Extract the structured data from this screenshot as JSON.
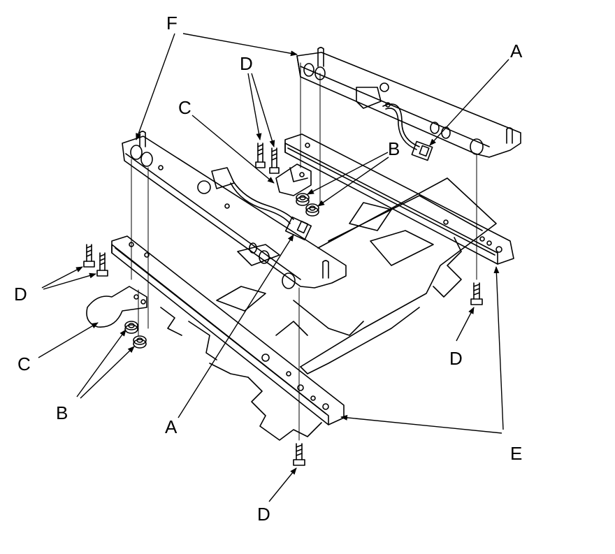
{
  "diagram": {
    "labels": {
      "F": "F",
      "A": "A",
      "B": "B",
      "C": "C",
      "D": "D",
      "E": "E"
    }
  }
}
